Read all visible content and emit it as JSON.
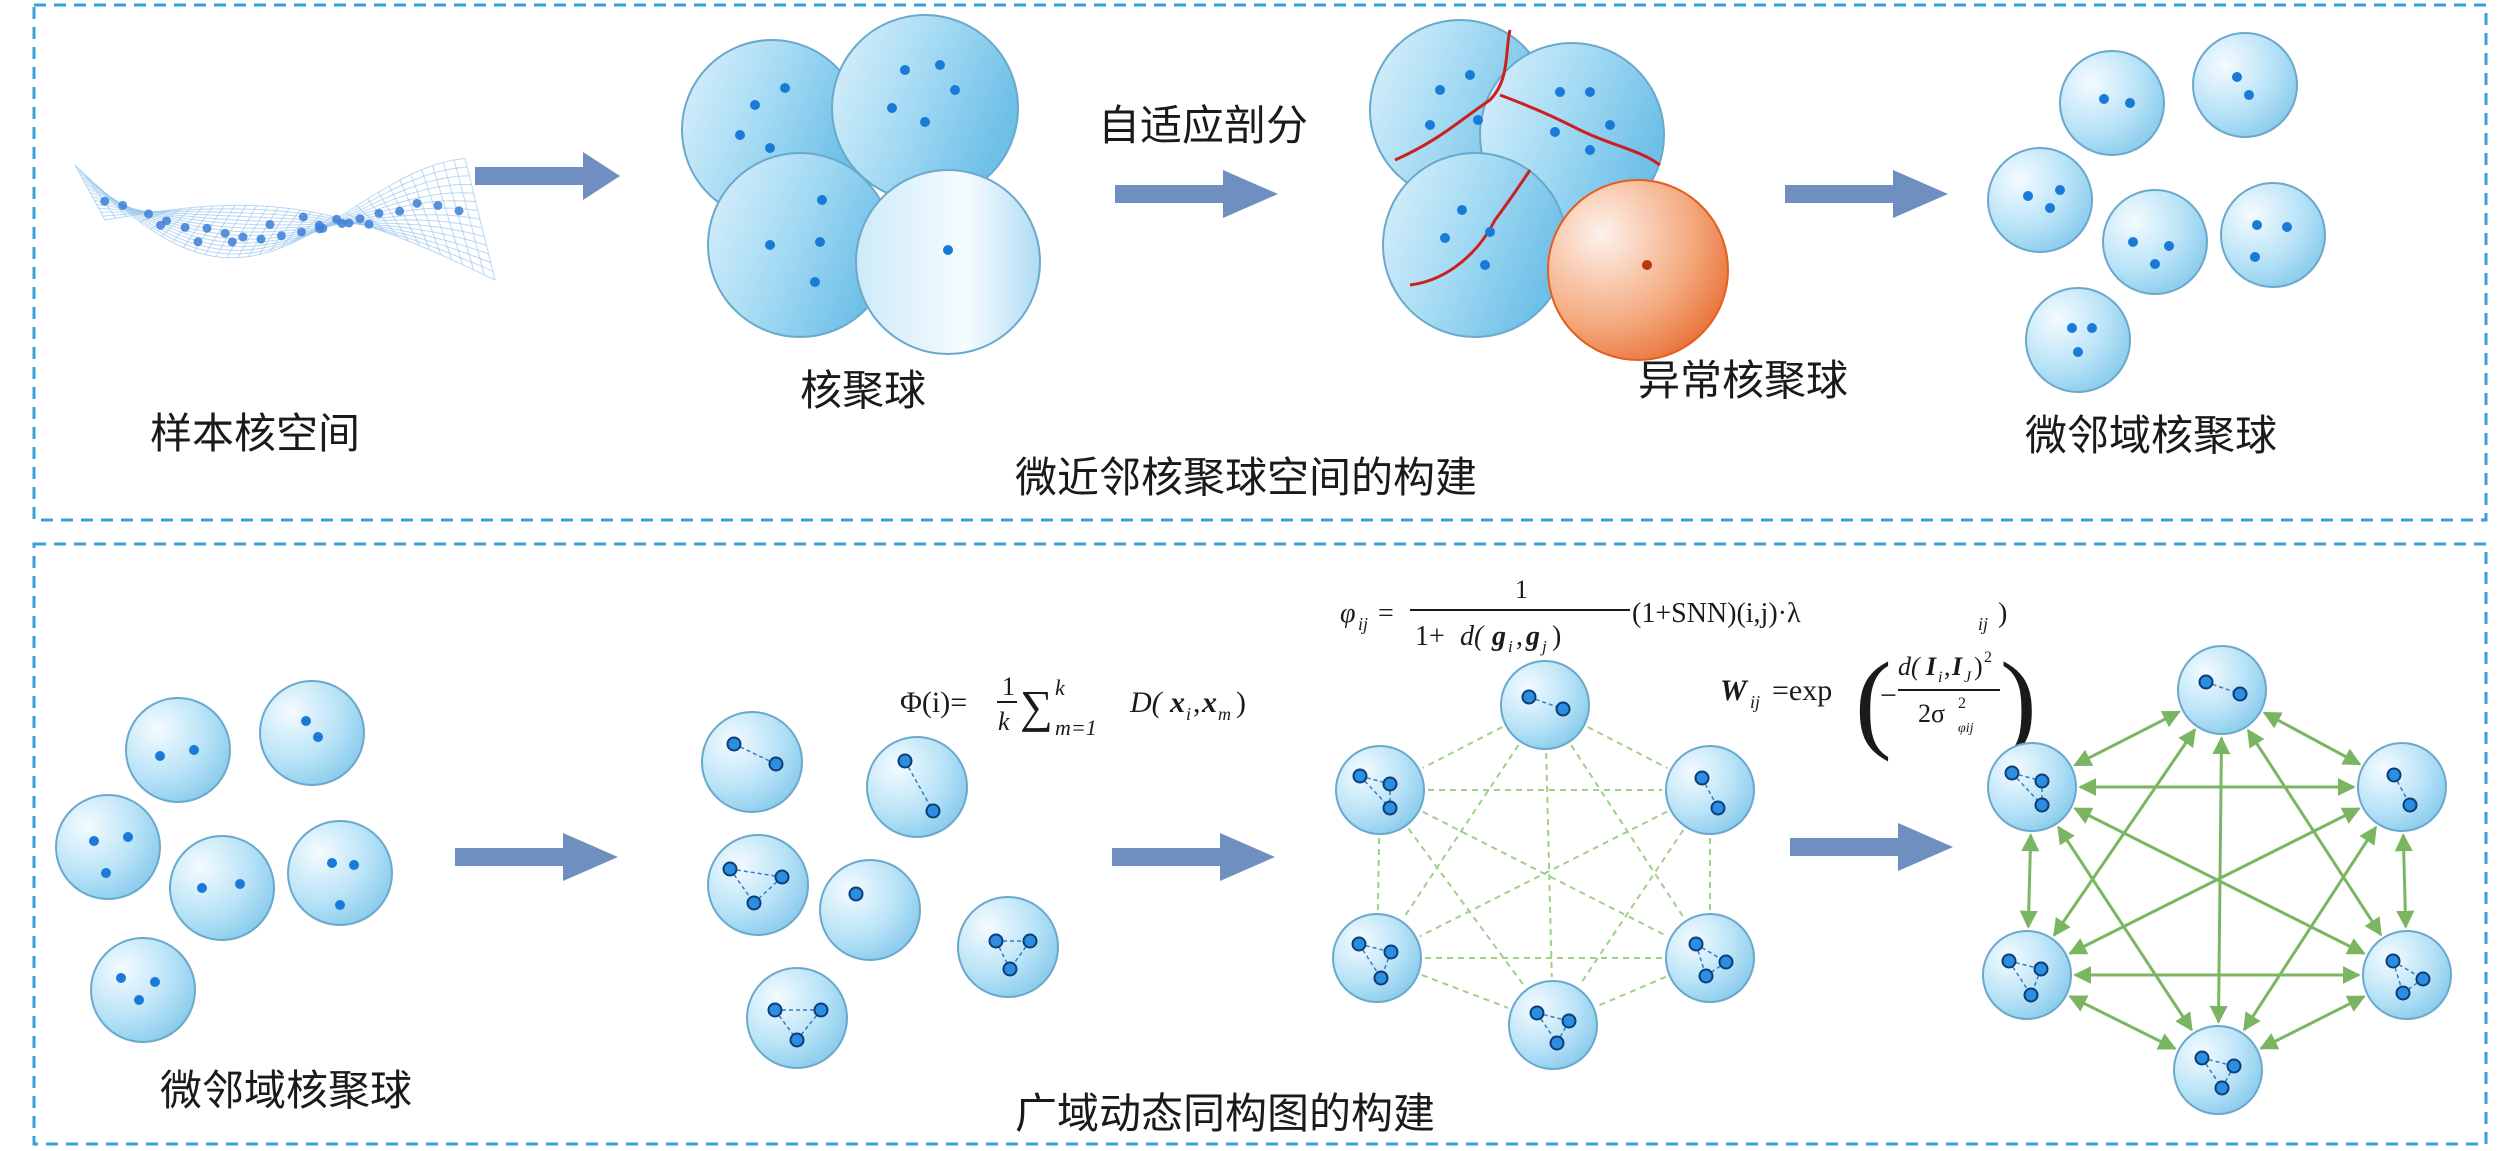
{
  "top_panel": {
    "title": "微近邻核聚球空间的构建",
    "labels": {
      "sample_space": "样本核空间",
      "kernel_balls": "核聚球",
      "adaptive_split": "自适应剖分",
      "abnormal_ball": "异常核聚球",
      "micro_balls": "微邻域核聚球"
    }
  },
  "bottom_panel": {
    "title": "广域动态同构图的构建",
    "labels": {
      "micro_balls": "微邻域核聚球"
    },
    "formulas": {
      "phi_lhs": "Φ(i)=",
      "phi_frac_num": "1",
      "phi_frac_den": "k",
      "phi_sum": "∑",
      "phi_sum_top": "k",
      "phi_sum_bottom": "m=1",
      "phi_D": "D(",
      "phi_x": "x",
      "phi_i": "i",
      "phi_comma": ",",
      "phi_m": "m",
      "phi_close": ")",
      "varphi_lhs": "φ",
      "varphi_sub": "ij",
      "varphi_eq": "=",
      "varphi_num": "1",
      "varphi_den_a": "1+",
      "varphi_den_d": "d(",
      "varphi_den_g": "g",
      "varphi_den_i": "i",
      "varphi_den_comma": ",",
      "varphi_den_j": "j",
      "varphi_den_close": ")",
      "varphi_rest": "(1+SNN)(i,j)·λ",
      "varphi_rest_sub": "ij",
      "varphi_rest_close": ")",
      "w_lhs": "W",
      "w_sub": "ij",
      "w_eq": "=exp",
      "w_minus": "−",
      "w_num_d": "d(",
      "w_num_I": "I",
      "w_num_i": "i",
      "w_num_comma": ",",
      "w_num_J": "I",
      "w_num_j": "J",
      "w_num_close": ")",
      "w_num_sq": "2",
      "w_den": "2σ",
      "w_den_sq": "2",
      "w_den_sub": "φij"
    }
  },
  "colors": {
    "frame": "#3aa0dc",
    "arrow": "#6e8fbf",
    "ball_light": "#e8f6fd",
    "ball_dark": "#8fd0f0",
    "ball_edge": "#6aa8cc",
    "dot": "#1a7ad8",
    "split_line": "#cc1f1f",
    "abnormal_light": "#fdf0e8",
    "abnormal_dark": "#e8662a",
    "graph_edge": "#86c26e",
    "graph_edge_dash": "#9fd08a"
  }
}
